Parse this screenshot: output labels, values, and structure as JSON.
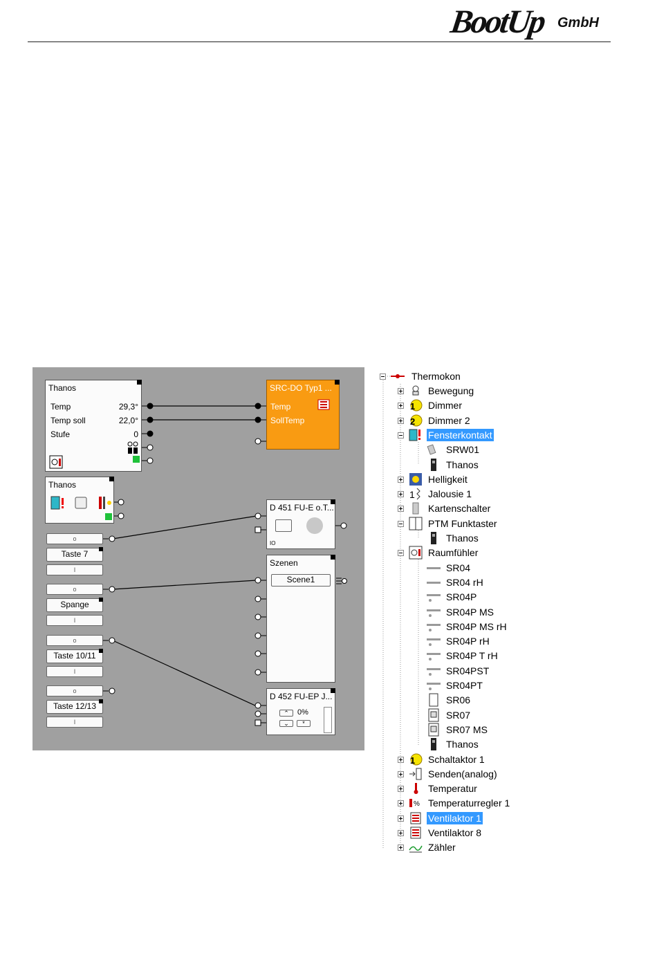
{
  "header": {
    "logo_main": "BootUp",
    "logo_sub": "GmbH"
  },
  "canvas": {
    "thanos1": {
      "title": "Thanos",
      "rows": [
        {
          "label": "Temp",
          "value": "29,3°"
        },
        {
          "label": "Temp soll",
          "value": "22,0°"
        },
        {
          "label": "Stufe",
          "value": "0"
        }
      ]
    },
    "src": {
      "title": "SRC-DO Typ1 ...",
      "rows": [
        {
          "label": "Temp"
        },
        {
          "label": "SollTemp"
        }
      ]
    },
    "thanos2": {
      "title": "Thanos"
    },
    "d451": {
      "title": "D 451 FU-E o.T...",
      "io": "IO"
    },
    "szenen": {
      "title": "Szenen",
      "scene_button": "Scene1"
    },
    "d452": {
      "title": "D 452 FU-EP J...",
      "percent": "0%"
    },
    "buttons": [
      {
        "top": "o",
        "label": "Taste 7",
        "bottom": "I"
      },
      {
        "top": "o",
        "label": "Spange",
        "bottom": "I"
      },
      {
        "top": "o",
        "label": "Taste 10/11",
        "bottom": "I"
      },
      {
        "top": "o",
        "label": "Taste 12/13",
        "bottom": "I"
      }
    ],
    "colors": {
      "canvas_bg": "#a0a0a0",
      "orange_block": "#f99b12",
      "selection": "#3399ff"
    }
  },
  "tree": {
    "root": {
      "label": "Thermokon",
      "icon": "thermokon-logo-icon",
      "expanded": true
    },
    "items": [
      {
        "label": "Bewegung",
        "icon": "motion-sensor-icon",
        "expanded": false
      },
      {
        "label": "Dimmer",
        "icon": "dimmer-1-icon",
        "expanded": false
      },
      {
        "label": "Dimmer 2",
        "icon": "dimmer-2-icon",
        "expanded": false
      },
      {
        "label": "Fensterkontakt",
        "icon": "window-contact-icon",
        "expanded": true,
        "selected": true,
        "children": [
          {
            "label": "SRW01",
            "icon": "srw01-icon"
          },
          {
            "label": "Thanos",
            "icon": "thanos-device-icon"
          }
        ]
      },
      {
        "label": "Helligkeit",
        "icon": "sun-icon",
        "expanded": false
      },
      {
        "label": "Jalousie 1",
        "icon": "blind-icon",
        "expanded": false
      },
      {
        "label": "Kartenschalter",
        "icon": "card-switch-icon",
        "expanded": false
      },
      {
        "label": "PTM Funktaster",
        "icon": "rocker-switch-icon",
        "expanded": true,
        "children": [
          {
            "label": "Thanos",
            "icon": "thanos-device-icon"
          }
        ]
      },
      {
        "label": "Raumfühler",
        "icon": "room-sensor-icon",
        "expanded": true,
        "children": [
          {
            "label": "SR04",
            "icon": "sr04-icon"
          },
          {
            "label": "SR04 rH",
            "icon": "sr04-icon"
          },
          {
            "label": "SR04P",
            "icon": "sr04p-icon"
          },
          {
            "label": "SR04P MS",
            "icon": "sr04p-icon"
          },
          {
            "label": "SR04P MS rH",
            "icon": "sr04p-icon"
          },
          {
            "label": "SR04P rH",
            "icon": "sr04p-icon"
          },
          {
            "label": "SR04P T rH",
            "icon": "sr04p-icon"
          },
          {
            "label": "SR04PST",
            "icon": "sr04p-icon"
          },
          {
            "label": "SR04PT",
            "icon": "sr04p-icon"
          },
          {
            "label": "SR06",
            "icon": "sr06-icon"
          },
          {
            "label": "SR07",
            "icon": "sr07-icon"
          },
          {
            "label": "SR07 MS",
            "icon": "sr07-icon"
          },
          {
            "label": "Thanos",
            "icon": "thanos-device-icon"
          }
        ]
      },
      {
        "label": "Schaltaktor 1",
        "icon": "switch-actor-icon",
        "expanded": false
      },
      {
        "label": "Senden(analog)",
        "icon": "send-analog-icon",
        "expanded": false
      },
      {
        "label": "Temperatur",
        "icon": "thermometer-icon",
        "expanded": false
      },
      {
        "label": "Temperaturregler 1",
        "icon": "temp-controller-icon",
        "expanded": false
      },
      {
        "label": "Ventilaktor 1",
        "icon": "valve-actor-icon",
        "expanded": false,
        "selected": true
      },
      {
        "label": "Ventilaktor 8",
        "icon": "valve-actor-icon",
        "expanded": false
      },
      {
        "label": "Zähler",
        "icon": "counter-icon",
        "expanded": false
      }
    ]
  }
}
